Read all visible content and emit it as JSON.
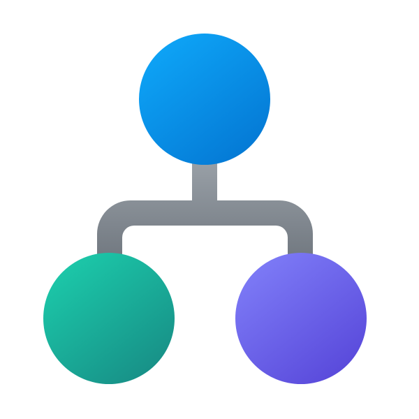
{
  "icon": {
    "name": "hierarchy-icon",
    "nodes": [
      {
        "id": "root",
        "color_top": "#0EA5F7",
        "color_bottom": "#0478D4"
      },
      {
        "id": "left-child",
        "color_top": "#1CCAAA",
        "color_bottom": "#178E86"
      },
      {
        "id": "right-child",
        "color_top": "#7E7CF7",
        "color_bottom": "#5848DA"
      }
    ],
    "connector_color_top": "#9CA3AA",
    "connector_color_bottom": "#70777F"
  }
}
